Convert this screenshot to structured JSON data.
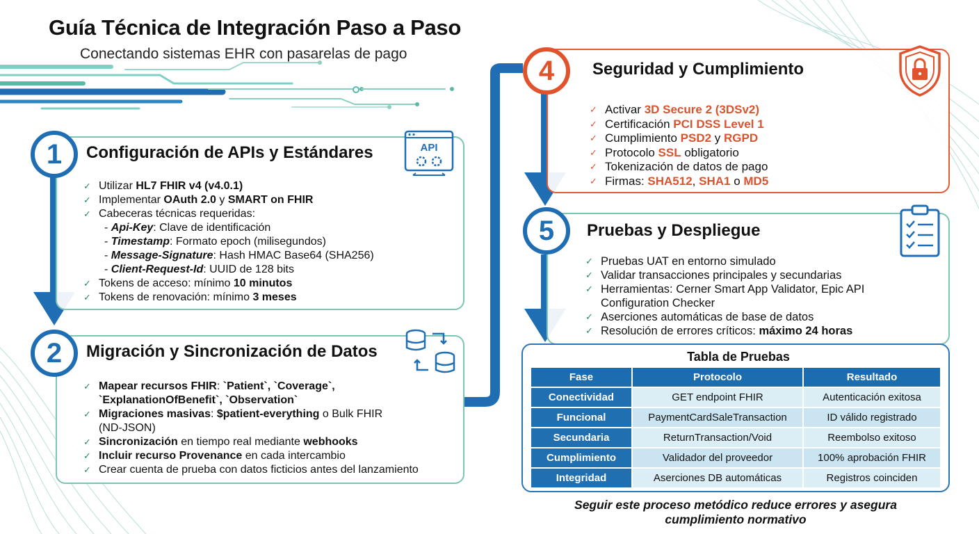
{
  "header": {
    "title": "Guía Técnica de Integración Paso a Paso",
    "subtitle": "Conectando sistemas EHR con pasarelas de pago"
  },
  "colors": {
    "blue": "#1f6db3",
    "orange": "#e0532d",
    "teal": "#7cc4b4",
    "check_green": "#2b8a66"
  },
  "sections": {
    "s1": {
      "number": "1",
      "title": "Configuración de APIs y Estándares",
      "icon": "api-gears-icon",
      "icon_text": "API",
      "items": [
        {
          "a": "Utilizar ",
          "b": "HL7 FHIR v4 (v4.0.1)"
        },
        {
          "a": "Implementar ",
          "b": "OAuth 2.0",
          "c": " y ",
          "d": "SMART on FHIR"
        },
        {
          "a": "Cabeceras técnicas requeridas:"
        },
        {
          "dash": "- ",
          "bi": "Api-Key",
          "a": ": Clave de identificación"
        },
        {
          "dash": "- ",
          "bi": "Timestamp",
          "a": ": Formato epoch (milisegundos)"
        },
        {
          "dash": "- ",
          "bi": "Message-Signature",
          "a": ": Hash HMAC Base64 (SHA256)"
        },
        {
          "dash": "- ",
          "bi": "Client-Request-Id",
          "a": ": UUID de 128 bits"
        },
        {
          "a": "Tokens de acceso: mínimo ",
          "b": "10 minutos"
        },
        {
          "a": "Tokens de renovación: mínimo ",
          "b": "3 meses"
        }
      ]
    },
    "s2": {
      "number": "2",
      "title": "Migración y Sincronización de Datos",
      "icon": "database-sync-icon",
      "items": [
        {
          "b": "Mapear recursos FHIR",
          "a": ": ",
          "b2": "`Patient`, `Coverage`,"
        },
        {
          "b": "`ExplanationOfBenefit`, `Observation`"
        },
        {
          "b": "Migraciones masivas",
          "a": ": ",
          "b2": "$patient-everything",
          "c": " o Bulk FHIR"
        },
        {
          "a": "(ND-JSON)"
        },
        {
          "b": "Sincronización",
          "a": " en tiempo real mediante ",
          "b2": "webhooks"
        },
        {
          "b": "Incluir recurso Provenance",
          "a": " en cada intercambio"
        },
        {
          "a": "Crear cuenta de prueba con datos ficticios antes del lanzamiento"
        }
      ]
    },
    "s4": {
      "number": "4",
      "title": "Seguridad y Cumplimiento",
      "icon": "shield-lock-icon",
      "items": [
        {
          "a": "Activar ",
          "h": "3D Secure 2 (3DSv2)"
        },
        {
          "a": "Certificación ",
          "h": "PCI DSS Level 1"
        },
        {
          "a": "Cumplimiento ",
          "h": "PSD2",
          "c": " y ",
          "h2": "RGPD"
        },
        {
          "a": "Protocolo ",
          "h": "SSL",
          "c": " obligatorio"
        },
        {
          "a": "Tokenización de datos de pago"
        },
        {
          "a": "Firmas: ",
          "h": "SHA512",
          "c": ", ",
          "h2": "SHA1",
          "d": " o ",
          "h3": "MD5"
        }
      ]
    },
    "s5": {
      "number": "5",
      "title": "Pruebas y Despliegue",
      "icon": "clipboard-checklist-icon",
      "items": [
        {
          "a": "Pruebas UAT en entorno simulado"
        },
        {
          "a": "Validar transacciones principales y secundarias"
        },
        {
          "a": "Herramientas: Cerner Smart App Validator, Epic API"
        },
        {
          "a": "Configuration Checker"
        },
        {
          "a": "Aserciones automáticas de base de datos"
        },
        {
          "a": "Resolución de errores críticos: ",
          "b": "máximo 24 horas"
        }
      ]
    }
  },
  "tests_table": {
    "title": "Tabla de Pruebas",
    "headers": [
      "Fase",
      "Protocolo",
      "Resultado"
    ],
    "rows": [
      [
        "Conectividad",
        "GET endpoint FHIR",
        "Autenticación exitosa"
      ],
      [
        "Funcional",
        "PaymentCardSaleTransaction",
        "ID válido registrado"
      ],
      [
        "Secundaria",
        "ReturnTransaction/Void",
        "Reembolso exitoso"
      ],
      [
        "Cumplimiento",
        "Validador del proveedor",
        "100% aprobación FHIR"
      ],
      [
        "Integridad",
        "Aserciones DB automáticas",
        "Registros coinciden"
      ]
    ]
  },
  "footer": {
    "line1": "Seguir este proceso metódico reduce errores y asegura",
    "line2": "cumplimiento normativo"
  }
}
